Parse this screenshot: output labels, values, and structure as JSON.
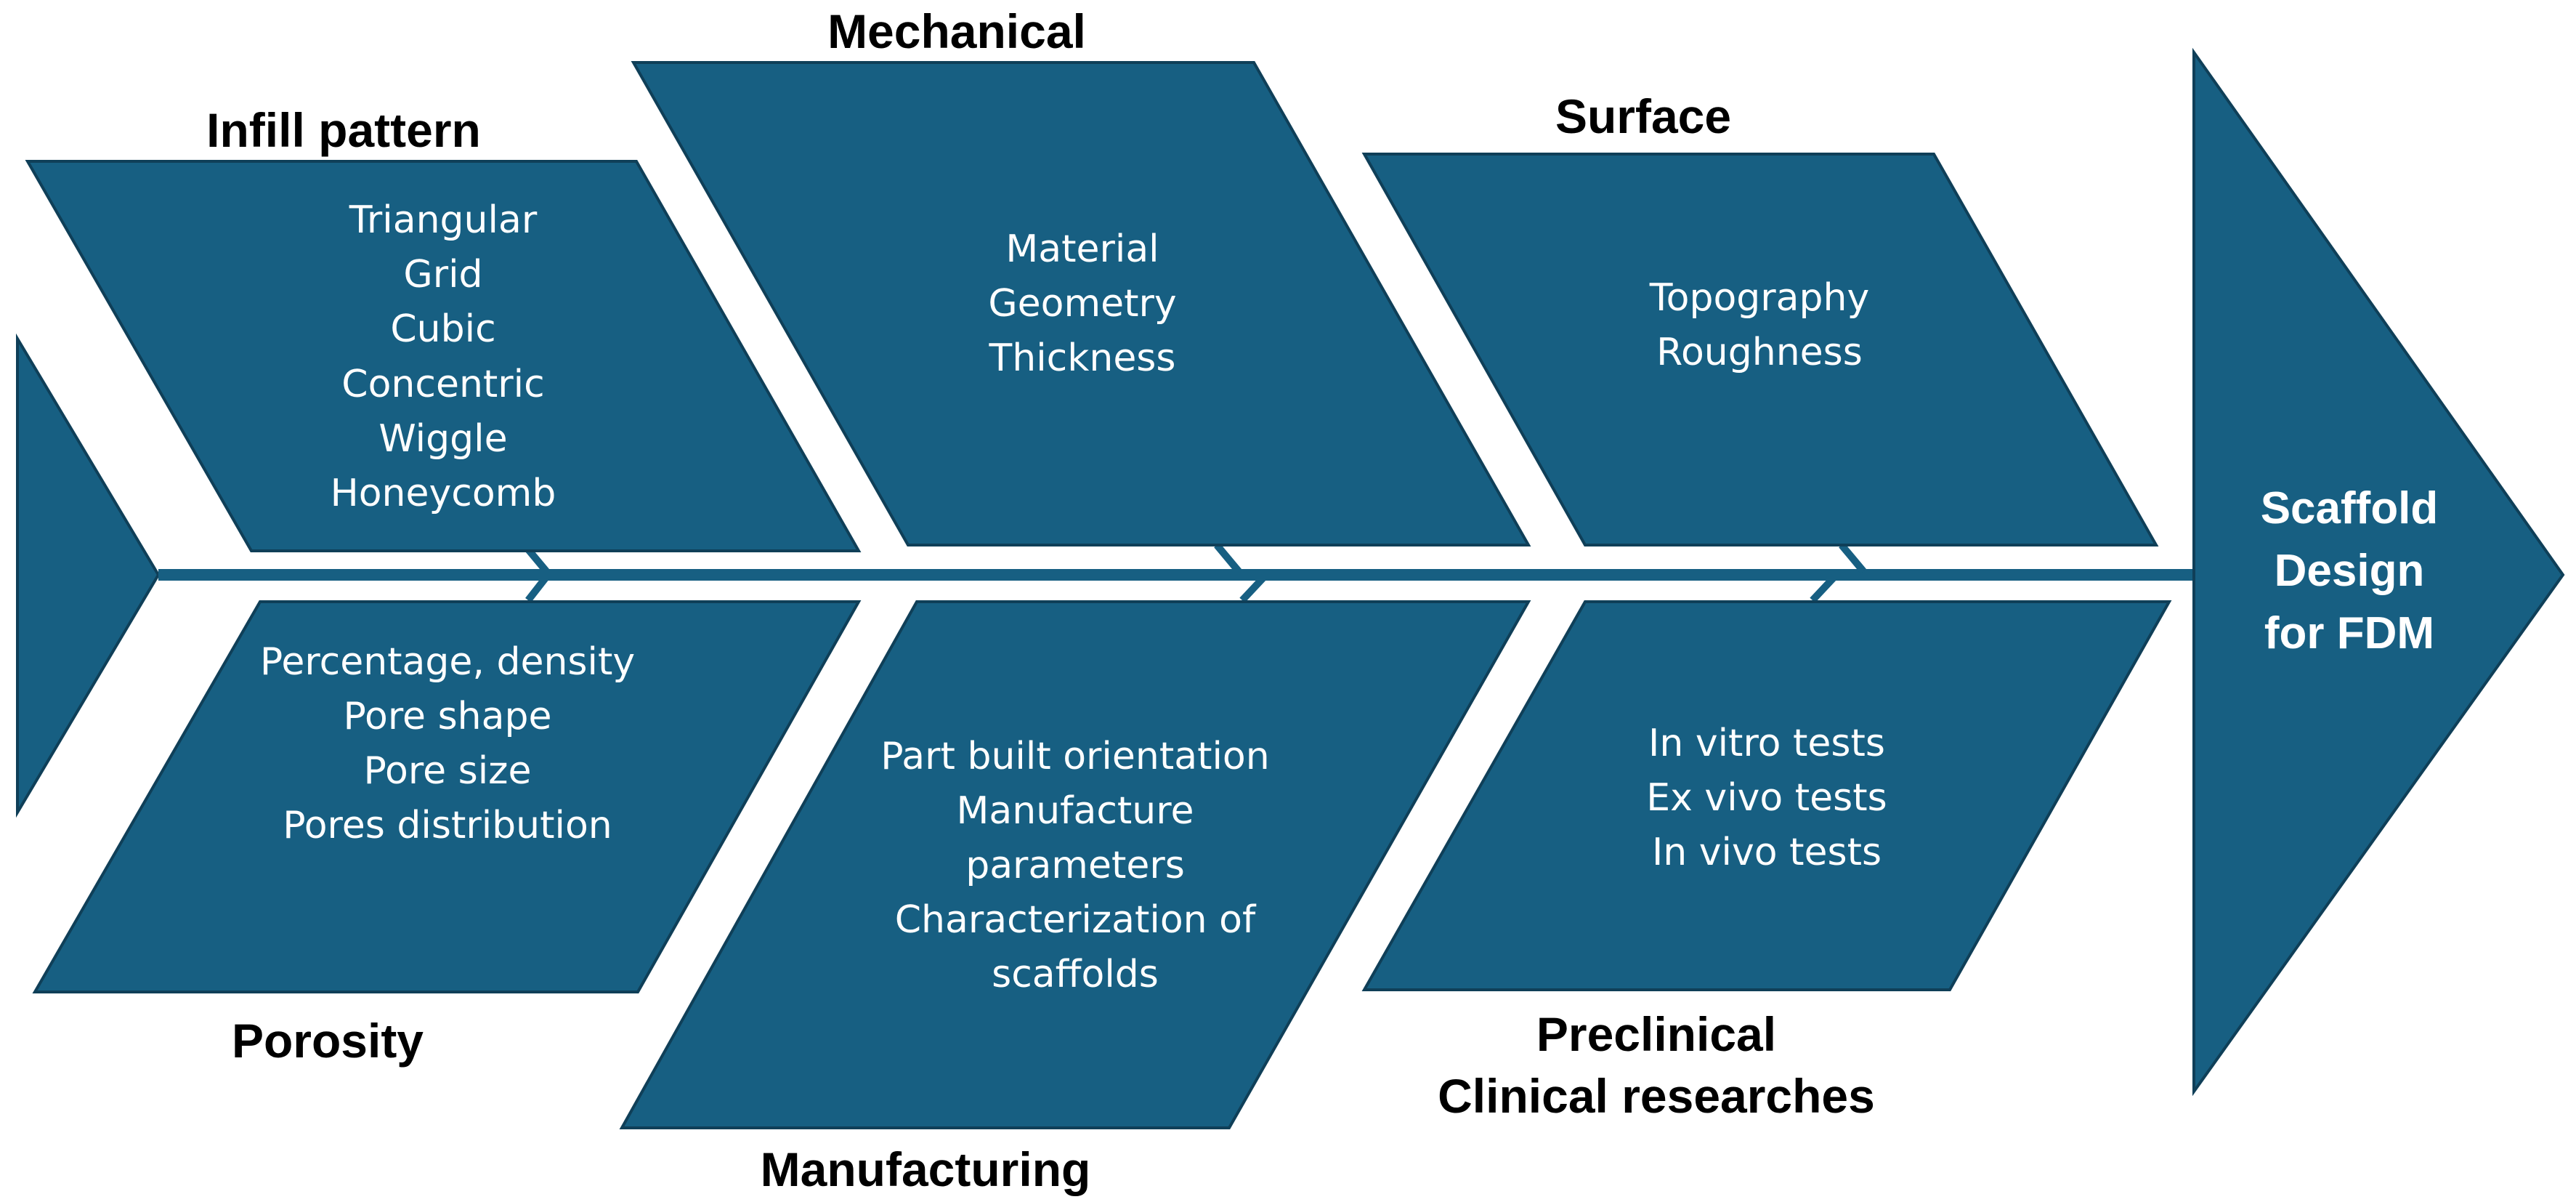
{
  "effect": {
    "lines": [
      "Scaffold",
      "Design",
      "for FDM"
    ]
  },
  "categories": [
    {
      "id": "infill",
      "title": [
        "Infill pattern"
      ],
      "items": [
        "Triangular",
        "Grid",
        "Cubic",
        "Concentric",
        "Wiggle",
        "Honeycomb"
      ]
    },
    {
      "id": "mechanical",
      "title": [
        "Mechanical"
      ],
      "items": [
        "Material",
        "Geometry",
        "Thickness"
      ]
    },
    {
      "id": "surface",
      "title": [
        "Surface"
      ],
      "items": [
        "Topography",
        "Roughness"
      ]
    },
    {
      "id": "porosity",
      "title": [
        "Porosity"
      ],
      "items": [
        "Percentage, density",
        "Pore shape",
        "Pore size",
        "Pores distribution"
      ]
    },
    {
      "id": "manufacturing",
      "title": [
        "Manufacturing"
      ],
      "items": [
        "Part built orientation",
        "Manufacture",
        "parameters",
        "Characterization of",
        "scaffolds"
      ]
    },
    {
      "id": "preclinical",
      "title": [
        "Preclinical",
        "Clinical researches"
      ],
      "items": [
        "In vitro tests",
        "Ex vivo tests",
        "In vivo tests"
      ]
    }
  ],
  "colors": {
    "fill": "#175f82",
    "outline": "#0f3f58",
    "heading": "#000000",
    "item_text": "#ffffff"
  }
}
